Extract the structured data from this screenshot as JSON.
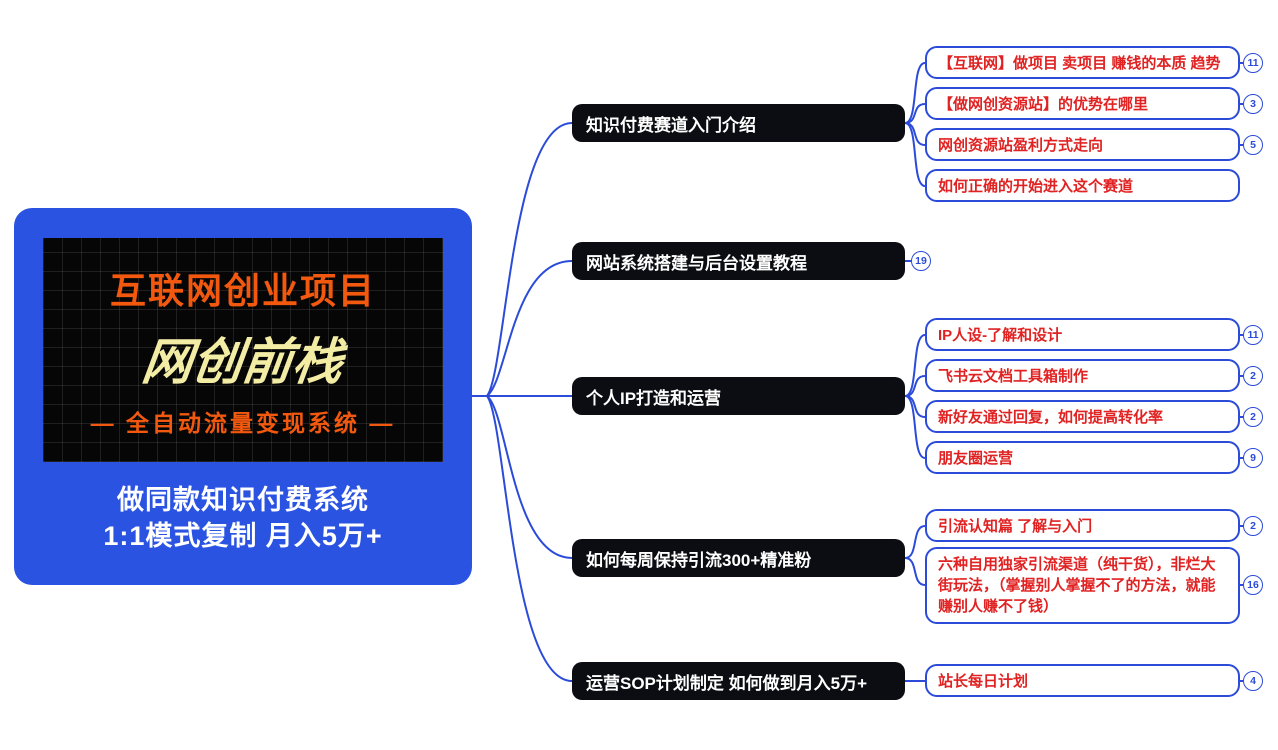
{
  "colors": {
    "card_blue": "#2B53E2",
    "line_blue": "#2B4BD8",
    "node_black": "#0C0D12",
    "child_text_red": "#E02222",
    "hero_orange": "#F2590F",
    "hero_yellow": "#F3ECA4"
  },
  "root": {
    "hero_line1": "互联网创业项目",
    "hero_line2": "网创前栈",
    "hero_line3": "— 全自动流量变现系统 —",
    "subtitle_line1": "做同款知识付费系统",
    "subtitle_line2": "1:1模式复制  月入5万+"
  },
  "branches": [
    {
      "label": "知识付费赛道入门介绍",
      "children": [
        {
          "label": "【互联网】做项目 卖项目 赚钱的本质 趋势",
          "badge": "11"
        },
        {
          "label": "【做网创资源站】的优势在哪里",
          "badge": "3"
        },
        {
          "label": "网创资源站盈利方式走向",
          "badge": "5"
        },
        {
          "label": "如何正确的开始进入这个赛道",
          "badge": ""
        }
      ]
    },
    {
      "label": "网站系统搭建与后台设置教程",
      "badge": "19",
      "children": []
    },
    {
      "label": "个人IP打造和运营",
      "children": [
        {
          "label": "IP人设-了解和设计",
          "badge": "11"
        },
        {
          "label": "飞书云文档工具箱制作",
          "badge": "2"
        },
        {
          "label": "新好友通过回复，如何提高转化率",
          "badge": "2"
        },
        {
          "label": "朋友圈运营",
          "badge": "9"
        }
      ]
    },
    {
      "label": "如何每周保持引流300+精准粉",
      "children": [
        {
          "label": "引流认知篇 了解与入门",
          "badge": "2"
        },
        {
          "label": "六种自用独家引流渠道（纯干货），非烂大街玩法，（掌握别人掌握不了的方法，就能赚别人赚不了钱）",
          "badge": "16"
        }
      ]
    },
    {
      "label": "运营SOP计划制定 如何做到月入5万+",
      "children": [
        {
          "label": "站长每日计划",
          "badge": "4"
        }
      ]
    }
  ]
}
